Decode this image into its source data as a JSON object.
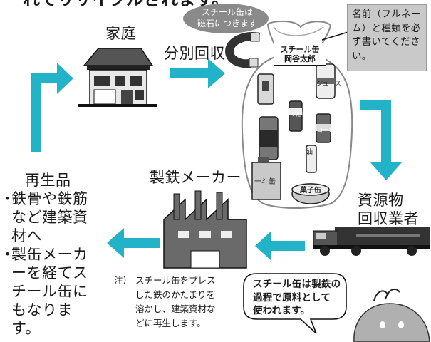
{
  "header_partial": "れてリサイクルされます。",
  "magnet_bubble": [
    "スチール缶は",
    "磁石につきます"
  ],
  "home_label": "家庭",
  "sort_label": "分別回収",
  "bag_tag": [
    "スチール缶",
    "岡谷太郎"
  ],
  "note": "名前（フルネーム）と種類を必ず書いてください。",
  "can_labels": {
    "juice": "ジュース",
    "fruit": "くだもの",
    "coffee": "コーヒー",
    "oil": "油",
    "oil_can": "一斗缶",
    "candy": "菓子缶"
  },
  "recycler_label": [
    "資源物",
    "回収業者"
  ],
  "maker_label": "製鉄メーカー",
  "recycled_title": "再生品",
  "recycled_items": [
    {
      "bullet": "・",
      "lines": [
        "鉄骨や鉄筋",
        "など建築資",
        "材へ"
      ]
    },
    {
      "bullet": "・",
      "lines": [
        "製缶メーカ",
        "ーを経てス",
        "チール缶に",
        "もなります。"
      ]
    }
  ],
  "footnote_prefix": "注）",
  "footnote_lines": [
    "スチール缶をプレス",
    "した鉄のかたまりを",
    "溶かし、建築資材な",
    "どに再生します。"
  ],
  "speech_lines": [
    "スチール缶は製鉄の",
    "過程で原料として",
    "使われます。"
  ],
  "colors": {
    "arrow": "#23b3c9",
    "bubble": "#8a8a8a",
    "bag_fill": "#ffffff",
    "note_bg": "#c9c9c9"
  }
}
